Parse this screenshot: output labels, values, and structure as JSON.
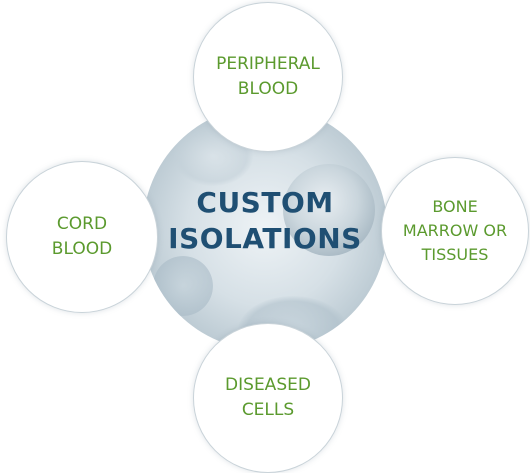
{
  "center": {
    "line1": "CUSTOM",
    "line2": "ISOLATIONS"
  },
  "nodes": {
    "top": {
      "line1": "PERIPHERAL",
      "line2": "BLOOD"
    },
    "left": {
      "line1": "CORD",
      "line2": "BLOOD"
    },
    "right": {
      "line1": "BONE",
      "line2": "MARROW OR",
      "line3": "TISSUES"
    },
    "bottom": {
      "line1": "DISEASED",
      "line2": "CELLS"
    }
  },
  "colors": {
    "center_text": "#1f4f73",
    "node_text": "#5b9a2e",
    "node_border": "#c9d3d9"
  }
}
